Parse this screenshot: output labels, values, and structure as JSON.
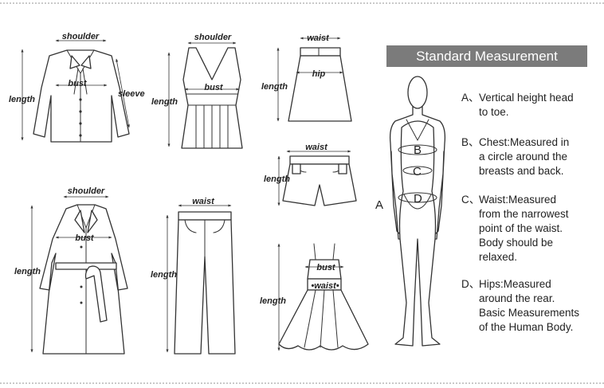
{
  "heading": "Standard Measurement",
  "labels": {
    "shoulder": "shoulder",
    "bust": "bust",
    "sleeve": "sleeve",
    "length": "length",
    "waist": "waist",
    "hip": "hip",
    "waist_marked": "•waist•"
  },
  "body_markers": [
    "A",
    "B",
    "C",
    "D"
  ],
  "descriptions": [
    {
      "key": "A、",
      "lines": [
        "Vertical height head",
        "to toe."
      ]
    },
    {
      "key": "B、",
      "lines": [
        "Chest:Measured in",
        "a circle around the",
        "breasts and back."
      ]
    },
    {
      "key": "C、",
      "lines": [
        "Waist:Measured",
        "from the narrowest",
        "point of the waist.",
        "Body should be",
        "relaxed."
      ]
    },
    {
      "key": "D、",
      "lines": [
        "Hips:Measured",
        "around the rear.",
        "Basic Measurements",
        "of the Human Body."
      ]
    }
  ]
}
